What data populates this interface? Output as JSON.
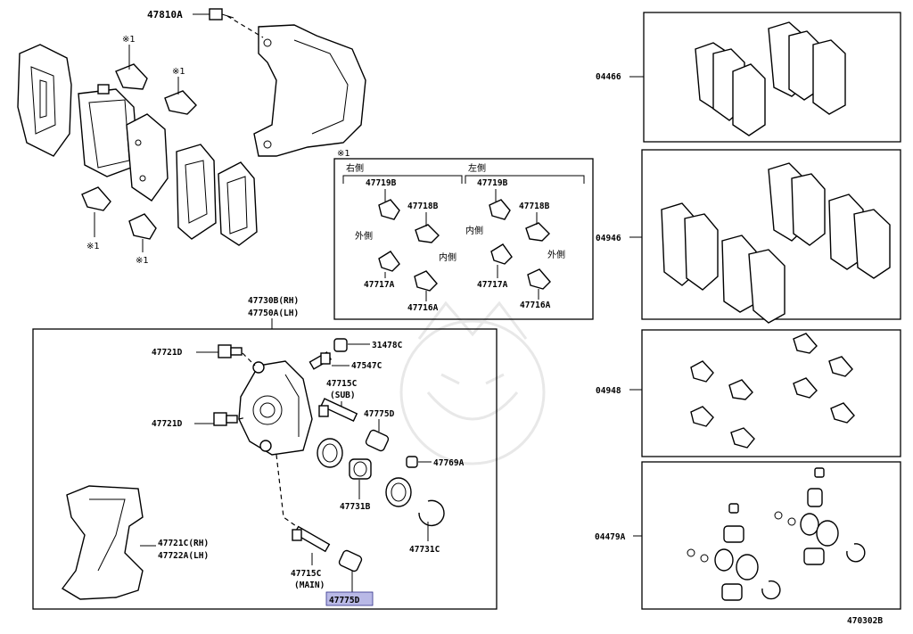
{
  "diagram_id": "470302B",
  "note_mark": "※1",
  "labels": {
    "47810A": "47810A",
    "note1": "※1",
    "note2": "※1",
    "note3": "※1",
    "note4": "※1",
    "assembly_rh": "47730B(RH)",
    "assembly_lh": "47750A(LH)",
    "47721D_top": "47721D",
    "47721D_mid": "47721D",
    "31478C": "31478C",
    "47547C": "47547C",
    "47715C_sub": "47715C",
    "sub": "(SUB)",
    "47775D_a": "47775D",
    "47769A": "47769A",
    "47731B": "47731B",
    "47731C": "47731C",
    "47721C_rh": "47721C(RH)",
    "47722A_lh": "47722A(LH)",
    "47715C_main": "47715C",
    "main": "(MAIN)",
    "47775D_highlight": "47775D"
  },
  "detail_box": {
    "header": "※1",
    "right_side": "右側",
    "left_side": "左側",
    "r_47719B": "47719B",
    "r_47718B": "47718B",
    "r_outer": "外側",
    "r_inner": "内側",
    "r_47717A": "47717A",
    "r_47716A": "47716A",
    "l_47719B": "47719B",
    "l_47718B": "47718B",
    "l_inner": "内側",
    "l_outer": "外側",
    "l_47717A": "47717A",
    "l_47716A": "47716A"
  },
  "kits": [
    {
      "code": "04466"
    },
    {
      "code": "04946"
    },
    {
      "code": "04948"
    },
    {
      "code": "04479A"
    }
  ]
}
